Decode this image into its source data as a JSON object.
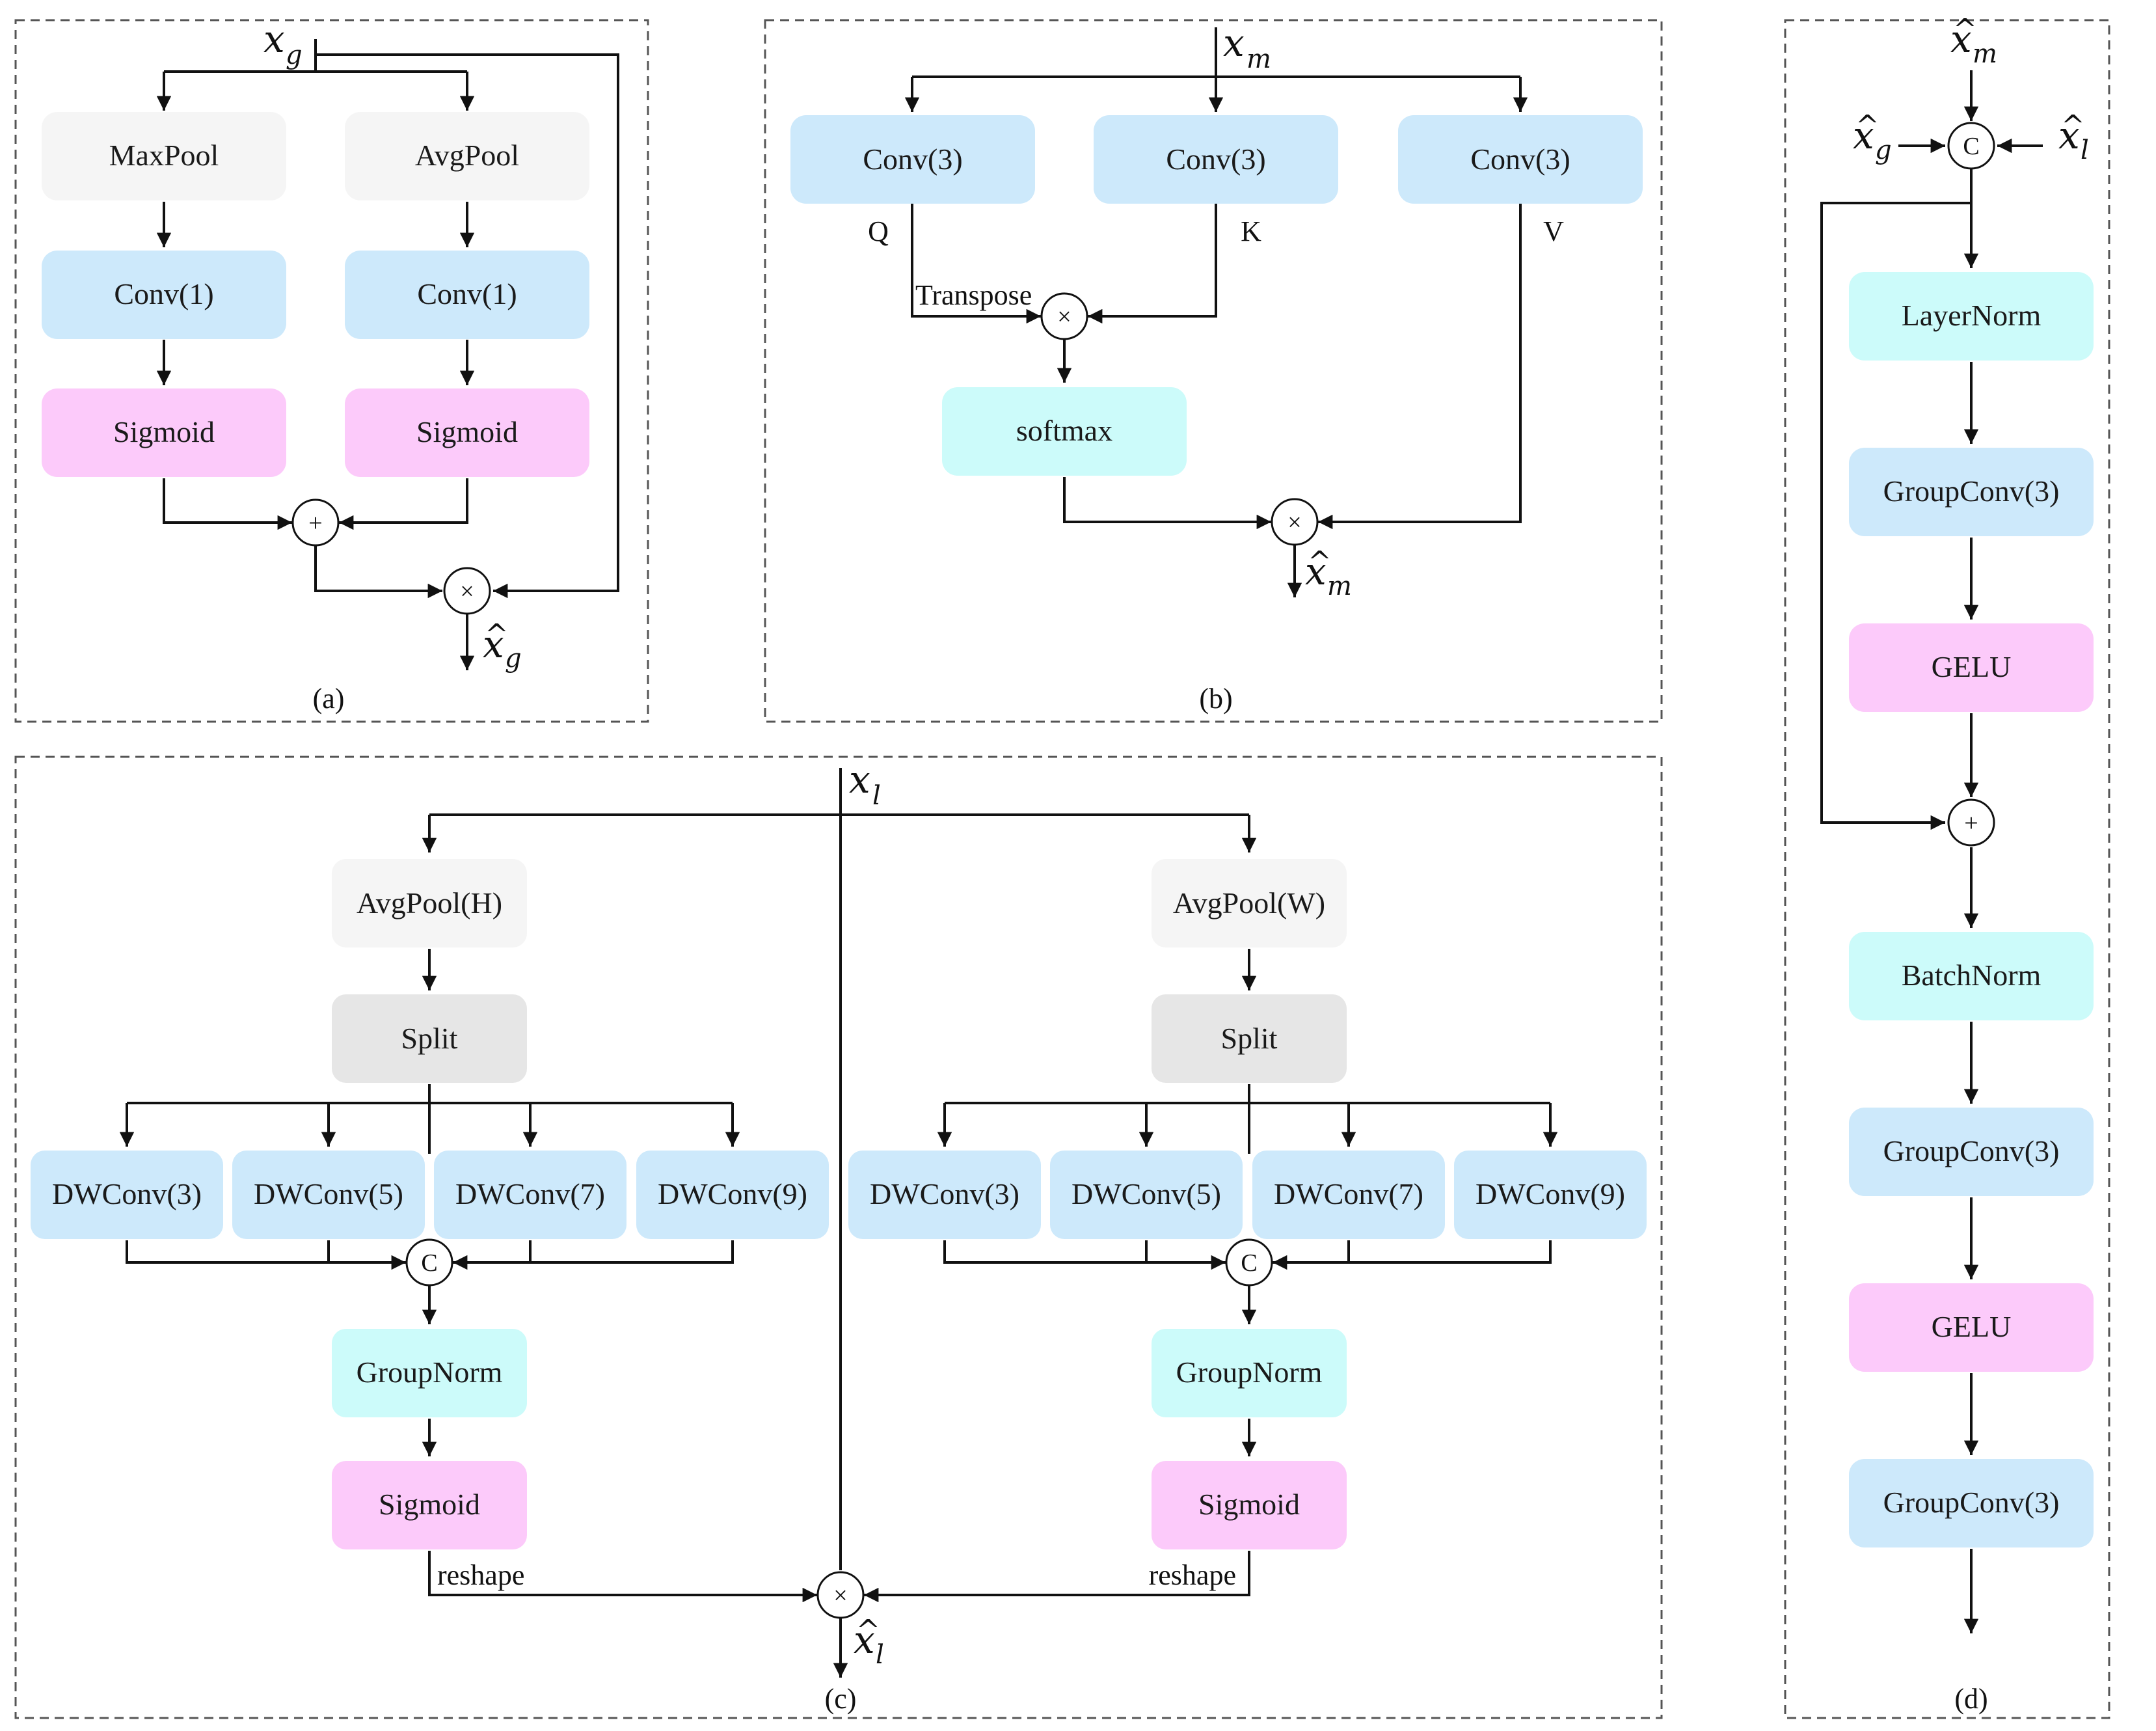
{
  "colors": {
    "pool": "#f5f5f5",
    "split": "#e6e6e6",
    "conv": "#cde9fb",
    "sigmoid": "#fccafa",
    "norm": "#ccfbfa",
    "line": "#111111"
  },
  "panel_a": {
    "caption": "(a)",
    "input": "x_g",
    "output": "x̂_g",
    "left": {
      "pool": "MaxPool",
      "conv": "Conv(1)",
      "act": "Sigmoid"
    },
    "right": {
      "pool": "AvgPool",
      "conv": "Conv(1)",
      "act": "Sigmoid"
    },
    "add_op": "+",
    "mul_op": "×"
  },
  "panel_b": {
    "caption": "(b)",
    "input": "x_m",
    "output": "x̂_m",
    "convs": [
      "Conv(3)",
      "Conv(3)",
      "Conv(3)"
    ],
    "q": "Q",
    "k": "K",
    "v": "V",
    "transpose": "Transpose",
    "softmax": "softmax",
    "mul_op": "×"
  },
  "panel_c": {
    "caption": "(c)",
    "input": "x_l",
    "output": "x̂_l",
    "left": {
      "pool": "AvgPool(H)",
      "split": "Split",
      "dwconvs": [
        "DWConv(3)",
        "DWConv(5)",
        "DWConv(7)",
        "DWConv(9)"
      ],
      "concat": "C",
      "norm": "GroupNorm",
      "act": "Sigmoid",
      "reshape": "reshape"
    },
    "right": {
      "pool": "AvgPool(W)",
      "split": "Split",
      "dwconvs": [
        "DWConv(3)",
        "DWConv(5)",
        "DWConv(7)",
        "DWConv(9)"
      ],
      "concat": "C",
      "norm": "GroupNorm",
      "act": "Sigmoid",
      "reshape": "reshape"
    },
    "mul_op": "×"
  },
  "panel_d": {
    "caption": "(d)",
    "input_top": "x̂_m",
    "input_left": "x̂_g",
    "input_right": "x̂_l",
    "concat": "C",
    "add_op": "+",
    "blocks": [
      "LayerNorm",
      "GroupConv(3)",
      "GELU",
      "BatchNorm",
      "GroupConv(3)",
      "GELU",
      "GroupConv(3)"
    ]
  }
}
